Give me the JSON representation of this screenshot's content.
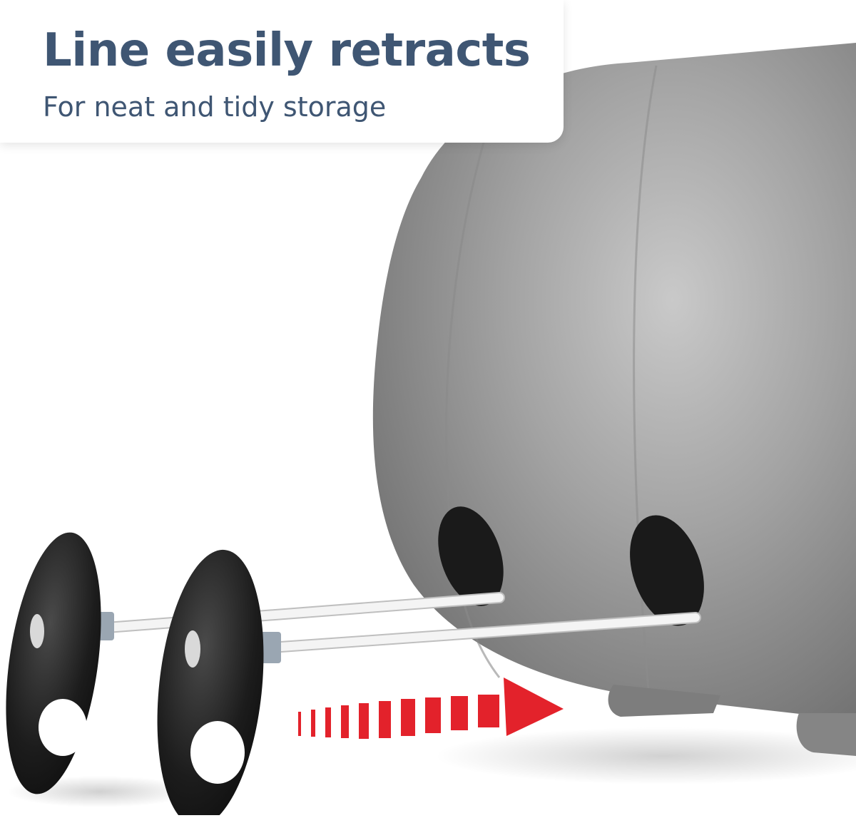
{
  "headline": {
    "title": "Line easily retracts",
    "subtitle": "For neat and tidy storage"
  },
  "colors": {
    "text": "#3f5673",
    "reel_body": "#9a9a9a",
    "handle": "#1b1b1b",
    "line": "#f4f4f4",
    "arrow": "#e3222b"
  },
  "illustration": {
    "subject": "retractable washing line reel",
    "icons": [
      "reel-icon",
      "line-handle-icon",
      "retract-arrow-icon"
    ]
  }
}
